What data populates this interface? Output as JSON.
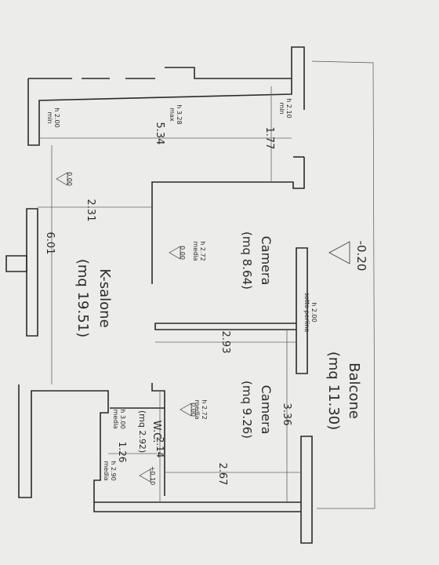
{
  "rooms": [
    {
      "name": "K-salone",
      "area": "(mq 19.51)"
    },
    {
      "name": "Camera",
      "area": "(mq 8.64)"
    },
    {
      "name": "Camera",
      "area": "(mq 9.26)"
    },
    {
      "name": "Balcone",
      "area": "(mq 11.30)"
    },
    {
      "name": "W.C.",
      "area": "(mq 2.92)"
    }
  ],
  "dimensions": [
    "5.34",
    "1.77",
    "2.31",
    "6.01",
    "2.93",
    "3.36",
    "2.67",
    "2.14",
    "1.26"
  ],
  "levels": [
    "-0.20",
    "0.00",
    "0.00",
    "0.00",
    "+0.10"
  ],
  "heights": [
    {
      "h": "h 2.10",
      "note": "min"
    },
    {
      "h": "h 2.00",
      "note": "min"
    },
    {
      "h": "h 3.28",
      "note": "max"
    },
    {
      "h": "h 2.72",
      "note": "media"
    },
    {
      "h": "h 2.72",
      "note": "media"
    },
    {
      "h": "h 2.00",
      "note": "sotto perlina"
    },
    {
      "h": "h 3.00",
      "note": "media"
    },
    {
      "h": "h 2.90",
      "note": "media"
    }
  ]
}
